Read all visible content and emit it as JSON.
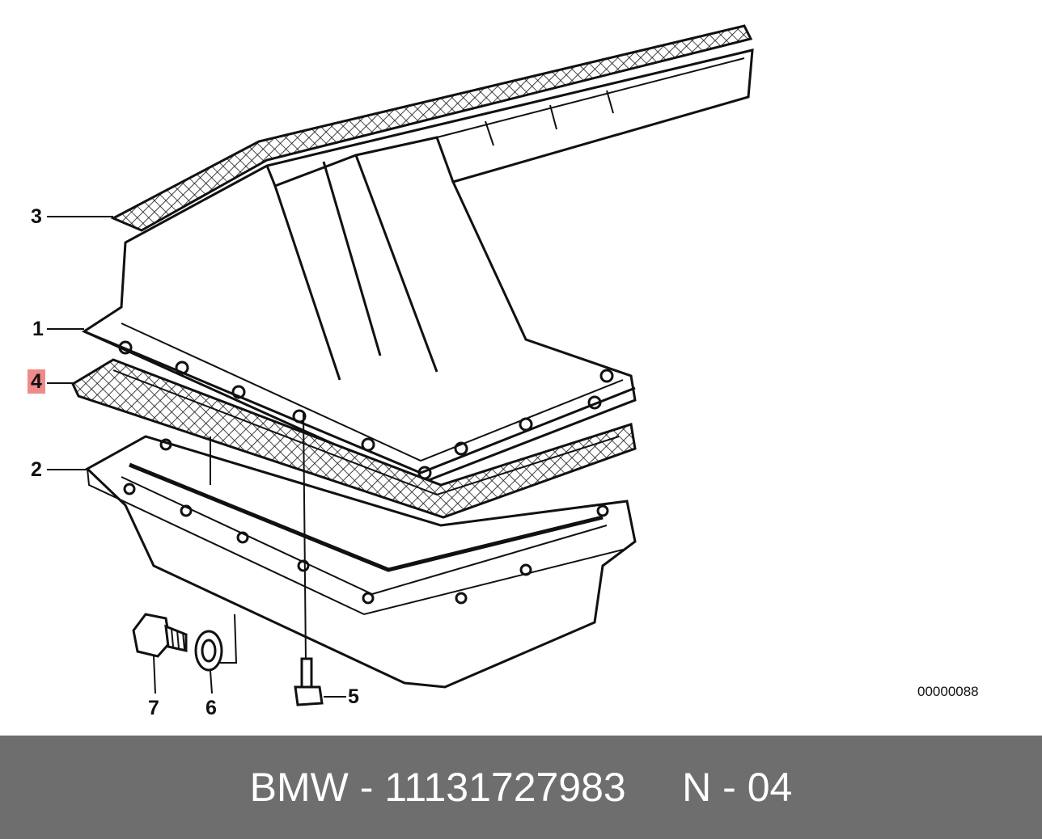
{
  "callouts": {
    "c1": "1",
    "c2": "2",
    "c3": "3",
    "c4": "4",
    "c5": "5",
    "c6": "6",
    "c7": "7"
  },
  "highlighted_callout": "4",
  "drawing_number": "00000088",
  "footer": {
    "text": "BMW - 11131727983     N - 04"
  },
  "colors": {
    "highlight": "#f08a8a",
    "footer_background": "#6e6e6e",
    "footer_text": "#ffffff",
    "line": "#111111"
  }
}
